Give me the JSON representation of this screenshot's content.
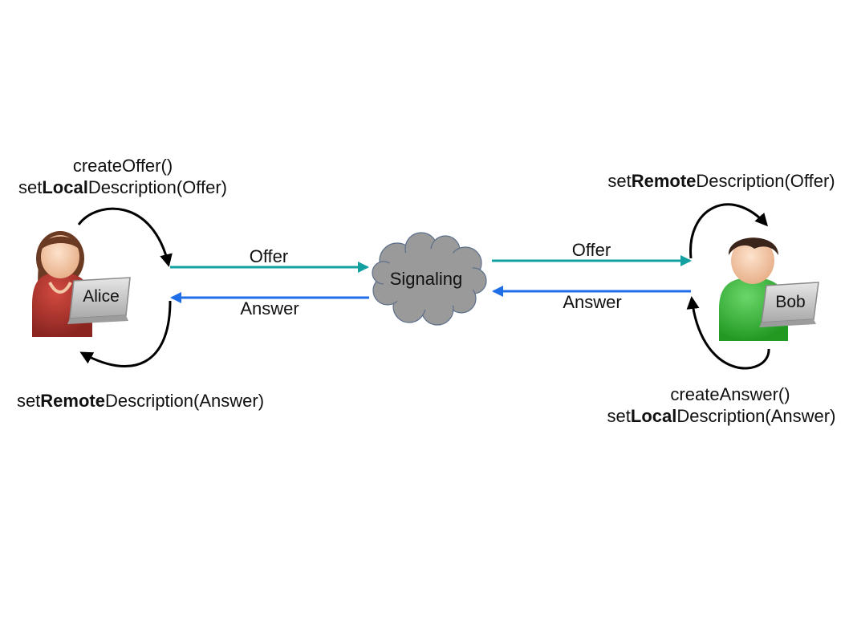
{
  "colors": {
    "offer_arrow": "#13a0a0",
    "answer_arrow": "#1f6ee8",
    "cloud": "#9a9a9a",
    "alice_shirt": "#b0332c",
    "bob_shirt": "#3cb83c",
    "laptop": "#c8c8c8"
  },
  "alice": {
    "name": "Alice",
    "step1": "createOffer()",
    "step2": {
      "pre": "set",
      "bold": "Local",
      "post": "Description(Offer)"
    },
    "step3": {
      "pre": "set",
      "bold": "Remote",
      "post": "Description(Answer)"
    }
  },
  "bob": {
    "name": "Bob",
    "step1": {
      "pre": "set",
      "bold": "Remote",
      "post": "Description(Offer)"
    },
    "step2": "createAnswer()",
    "step3": {
      "pre": "set",
      "bold": "Local",
      "post": "Description(Answer)"
    }
  },
  "signaling": {
    "label": "Signaling"
  },
  "messages": {
    "offer_left": "Offer",
    "answer_left": "Answer",
    "offer_right": "Offer",
    "answer_right": "Answer"
  },
  "icons": {
    "alice": "person-with-laptop-icon",
    "bob": "person-with-laptop-icon",
    "signaling": "cloud-icon"
  }
}
